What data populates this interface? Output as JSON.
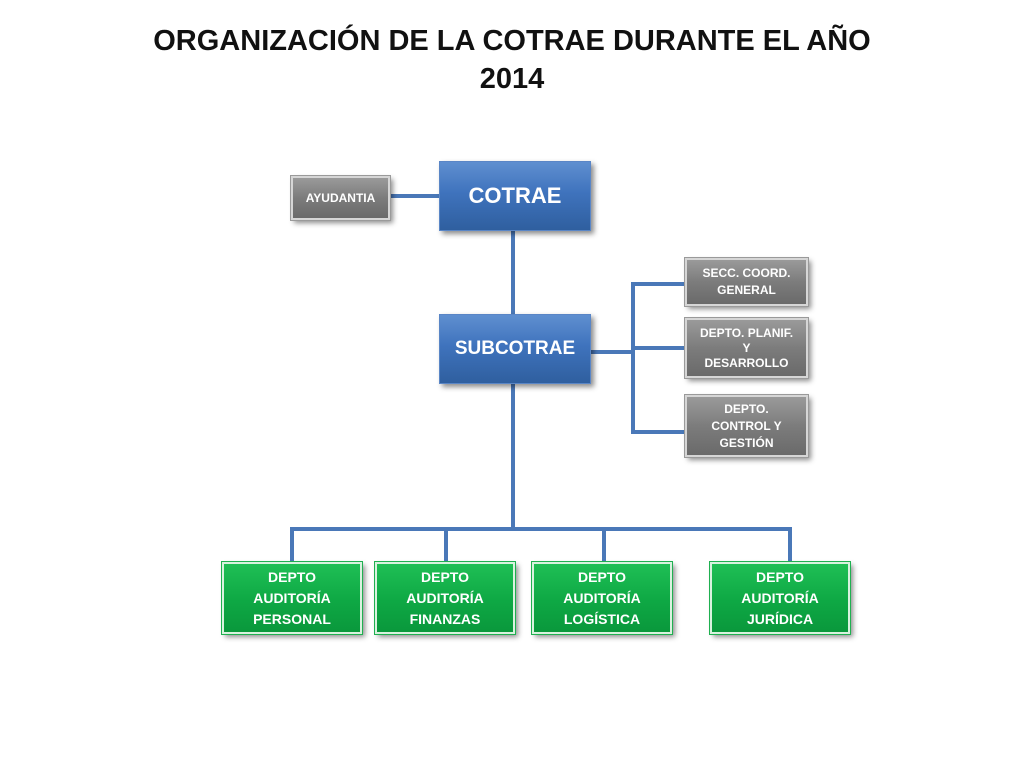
{
  "title": {
    "line1": "ORGANIZACIÓN DE LA COTRAE DURANTE EL AÑO",
    "line2": "2014"
  },
  "nodes": {
    "cotrae": "COTRAE",
    "subcotrae": "SUBCOTRAE",
    "ayudantia": "AYUDANTIA",
    "secc_coord_general": "SECC. COORD.\nGENERAL",
    "depto_planif": "DEPTO. PLANIF.\nY\nDESARROLLO",
    "depto_control": "DEPTO.\nCONTROL Y\nGESTIÓN",
    "auditoria_personal": "DEPTO\nAUDITORÍA\nPERSONAL",
    "auditoria_finanzas": "DEPTO\nAUDITORÍA\nFINANZAS",
    "auditoria_logistica": "DEPTO\nAUDITORÍA\nLOGÍSTICA",
    "auditoria_juridica": "DEPTO\nAUDITORÍA\nJURÍDICA"
  },
  "colors": {
    "executive_boxes": "#3f73bd",
    "staff_boxes": "#7c7c7c",
    "department_boxes": "#0ea844",
    "connector_lines": "#4a78b8"
  }
}
